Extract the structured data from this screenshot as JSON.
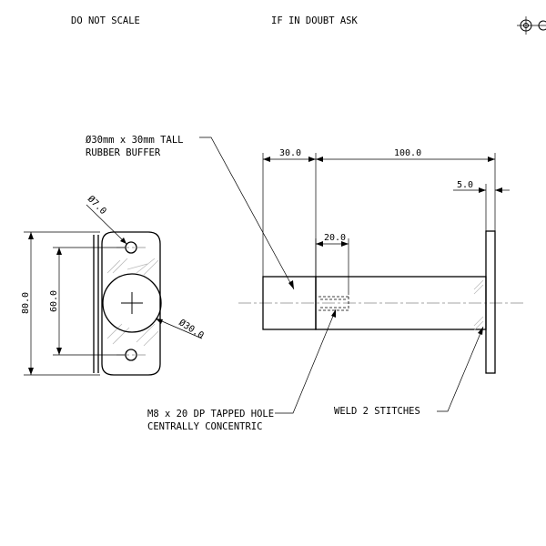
{
  "header": {
    "do_not_scale": "DO NOT SCALE",
    "if_in_doubt": "IF IN DOUBT ASK"
  },
  "notes": {
    "buffer_line1": "Ø30mm x 30mm TALL",
    "buffer_line2": "RUBBER BUFFER",
    "tapped_line1": "M8 x 20 DP TAPPED HOLE",
    "tapped_line2": "CENTRALLY CONCENTRIC",
    "weld": "WELD 2 STITCHES"
  },
  "dimensions": {
    "buffer_length": "30.0",
    "shaft_length": "100.0",
    "plate_thickness": "5.0",
    "tapped_depth": "20.0",
    "plate_height": "80.0",
    "hole_spacing": "60.0",
    "hole_dia": "Ø7.0",
    "shaft_dia": "Ø30.0"
  },
  "icons": {
    "projection": "third-angle-projection-symbol"
  }
}
